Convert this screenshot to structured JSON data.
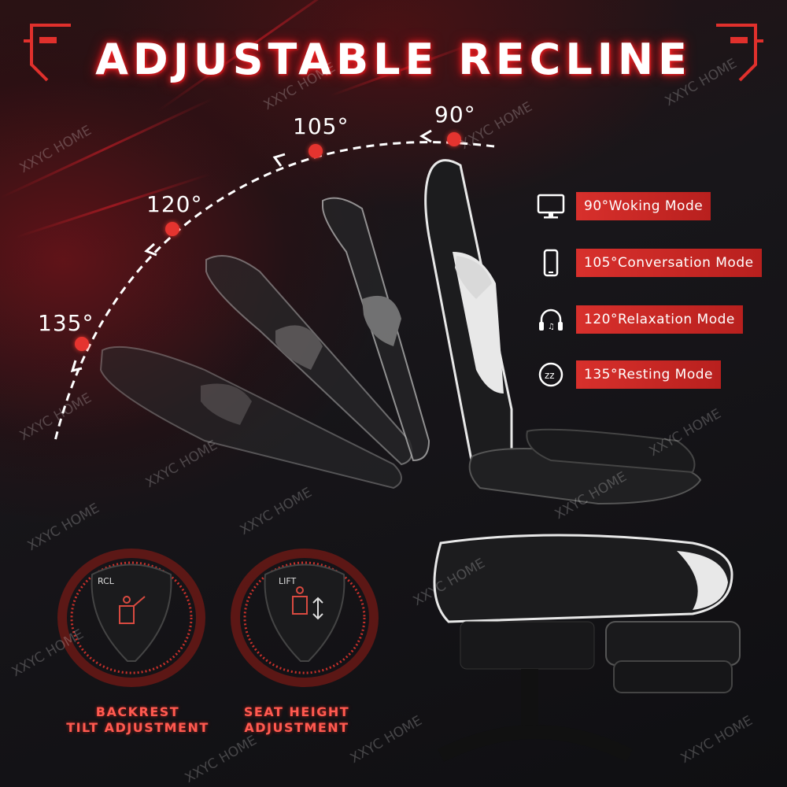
{
  "title": "ADJUSTABLE RECLINE",
  "angles": [
    {
      "label": "90°"
    },
    {
      "label": "105°"
    },
    {
      "label": "120°"
    },
    {
      "label": "135°"
    }
  ],
  "modes": [
    {
      "icon": "monitor-icon",
      "label": "90°Woking Mode"
    },
    {
      "icon": "phone-icon",
      "label": "105°Conversation Mode"
    },
    {
      "icon": "headphones-icon",
      "label": "120°Relaxation Mode"
    },
    {
      "icon": "sleep-icon",
      "label": "135°Resting Mode"
    }
  ],
  "knobs": [
    {
      "tag": "RCL",
      "caption_line1": "BACKREST",
      "caption_line2": "TILT ADJUSTMENT"
    },
    {
      "tag": "LIFT",
      "caption_line1": "SEAT HEIGHT",
      "caption_line2": "ADJUSTMENT"
    }
  ],
  "watermark": "XXYC HOME",
  "colors": {
    "accent": "#e5342f",
    "background": "#141416",
    "chair_black": "#1c1c1e",
    "chair_white": "#e8e8e8"
  }
}
